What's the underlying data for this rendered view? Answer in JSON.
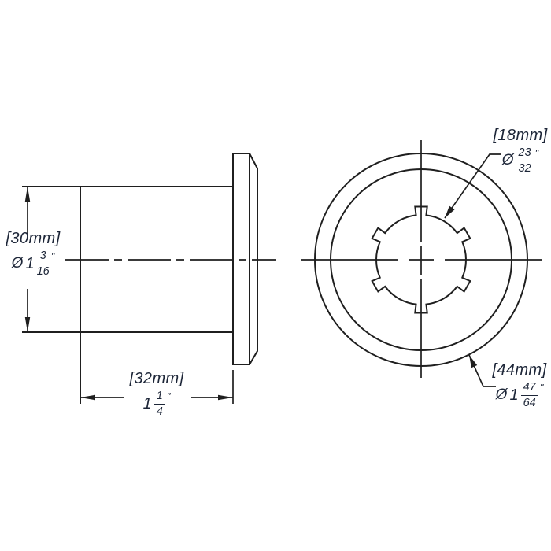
{
  "page": {
    "background": "#ffffff",
    "line_color": "#1f1f1f",
    "text_color": "#1d2638"
  },
  "drawing": {
    "dim_body_diameter": {
      "metric": "[30mm]",
      "prefix": "Ø",
      "whole": "1",
      "numerator": "3",
      "denominator": "16",
      "unit": "\""
    },
    "dim_body_length": {
      "metric": "[32mm]",
      "whole": "1",
      "numerator": "1",
      "denominator": "4",
      "unit": "\""
    },
    "dim_bore_diameter": {
      "metric": "[18mm]",
      "prefix": "Ø",
      "numerator": "23",
      "denominator": "32",
      "unit": "\""
    },
    "dim_flange_diameter": {
      "metric": "[44mm]",
      "prefix": "Ø",
      "whole": "1",
      "numerator": "47",
      "denominator": "64",
      "unit": "\""
    }
  }
}
